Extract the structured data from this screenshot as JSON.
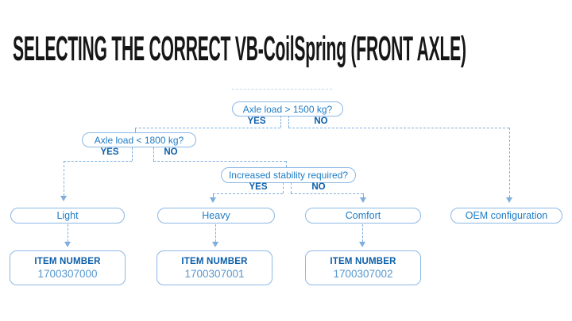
{
  "title": "SELECTING THE CORRECT VB-CoilSpring (FRONT AXLE)",
  "colors": {
    "title_text": "#161616",
    "box_border": "#8cb8e4",
    "question_text": "#1e7bc4",
    "yes_no_text": "#0b5ea8",
    "connector": "#7fafdd",
    "item_number_text": "#5697d1",
    "background": "#ffffff"
  },
  "flowchart": {
    "decisions": [
      {
        "question": "Axle load > 1500 kg?",
        "yes_label": "YES",
        "no_label": "NO"
      },
      {
        "question": "Axle load < 1800 kg?",
        "yes_label": "YES",
        "no_label": "NO"
      },
      {
        "question": "Increased stability required?",
        "yes_label": "YES",
        "no_label": "NO"
      }
    ],
    "outcomes": [
      {
        "label": "Light",
        "item_number_label": "ITEM NUMBER",
        "item_number": "1700307000"
      },
      {
        "label": "Heavy",
        "item_number_label": "ITEM NUMBER",
        "item_number": "1700307001"
      },
      {
        "label": "Comfort",
        "item_number_label": "ITEM NUMBER",
        "item_number": "1700307002"
      },
      {
        "label": "OEM configuration"
      }
    ]
  }
}
